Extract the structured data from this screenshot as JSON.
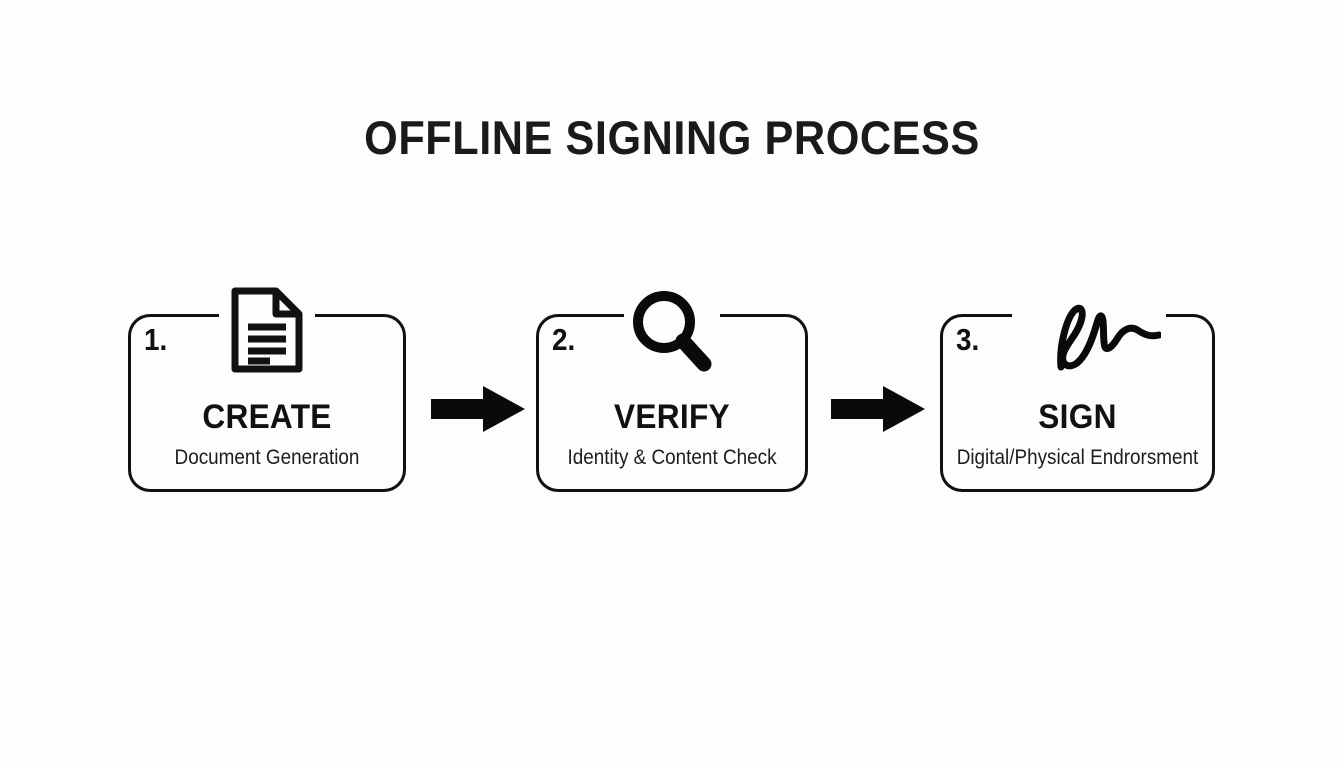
{
  "page": {
    "title": "OFFLINE SIGNING PROCESS",
    "background_color": "#fdfdfc",
    "ink_color": "#111111"
  },
  "steps": [
    {
      "number": "1.",
      "icon": "document-icon",
      "title": "CREATE",
      "subtitle": "Document Generation"
    },
    {
      "number": "2.",
      "icon": "magnifier-icon",
      "title": "VERIFY",
      "subtitle": "Identity & Content Check"
    },
    {
      "number": "3.",
      "icon": "signature-icon",
      "title": "SIGN",
      "subtitle": "Digital/Physical Endrorsment"
    }
  ],
  "connectors": [
    {
      "name": "arrow-right-icon",
      "from": "1",
      "to": "2"
    },
    {
      "name": "arrow-right-icon",
      "from": "2",
      "to": "3"
    }
  ]
}
